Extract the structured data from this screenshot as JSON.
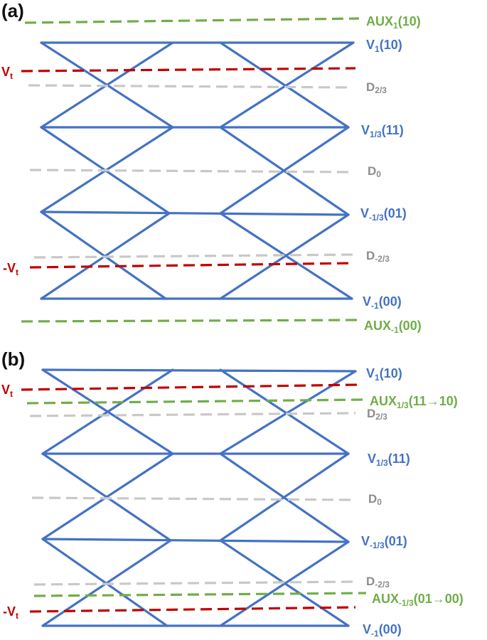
{
  "panels": [
    {
      "panel_label": "(a)",
      "labels": {
        "aux_top": {
          "base": "AUX",
          "sub": "1",
          "rest": "(10)"
        },
        "v1": {
          "base": "V",
          "sub": "1",
          "rest": "(10)"
        },
        "v13": {
          "base": "V",
          "sub": "1/3",
          "rest": "(11)"
        },
        "vm13": {
          "base": "V",
          "sub": "-1/3",
          "rest": "(01)"
        },
        "vm1": {
          "base": "V",
          "sub": "-1",
          "rest": "(00)"
        },
        "d23": {
          "base": "D",
          "sub": "2/3",
          "rest": ""
        },
        "d0": {
          "base": "D",
          "sub": "0",
          "rest": ""
        },
        "dm23": {
          "base": "D",
          "sub": "-2/3",
          "rest": ""
        },
        "aux_bot": {
          "base": "AUX",
          "sub": "-1",
          "rest": "(00)"
        },
        "vt": {
          "base": "V",
          "sub": "t",
          "rest": ""
        },
        "mvt": {
          "base": "-V",
          "sub": "t",
          "rest": ""
        }
      }
    },
    {
      "panel_label": "(b)",
      "labels": {
        "v1": {
          "base": "V",
          "sub": "1",
          "rest": "(10)"
        },
        "aux_upper": {
          "base": "AUX",
          "sub": "1/3",
          "rest": "(11→10)"
        },
        "d23": {
          "base": "D",
          "sub": "2/3",
          "rest": ""
        },
        "v13": {
          "base": "V",
          "sub": "1/3",
          "rest": "(11)"
        },
        "d0": {
          "base": "D",
          "sub": "0",
          "rest": ""
        },
        "vm13": {
          "base": "V",
          "sub": "-1/3",
          "rest": "(01)"
        },
        "dm23": {
          "base": "D",
          "sub": "-2/3",
          "rest": ""
        },
        "aux_lower": {
          "base": "AUX",
          "sub": "-1/3",
          "rest": "(01→00)"
        },
        "vm1": {
          "base": "V",
          "sub": "-1",
          "rest": "(00)"
        },
        "vt": {
          "base": "V",
          "sub": "t",
          "rest": ""
        },
        "mvt": {
          "base": "-V",
          "sub": "t",
          "rest": ""
        }
      }
    }
  ],
  "colors": {
    "eye_lines": "#4472C4",
    "threshold_vt": "#C00000",
    "aux_levels": "#70AD47",
    "decision_levels": "#C8C8C8"
  }
}
